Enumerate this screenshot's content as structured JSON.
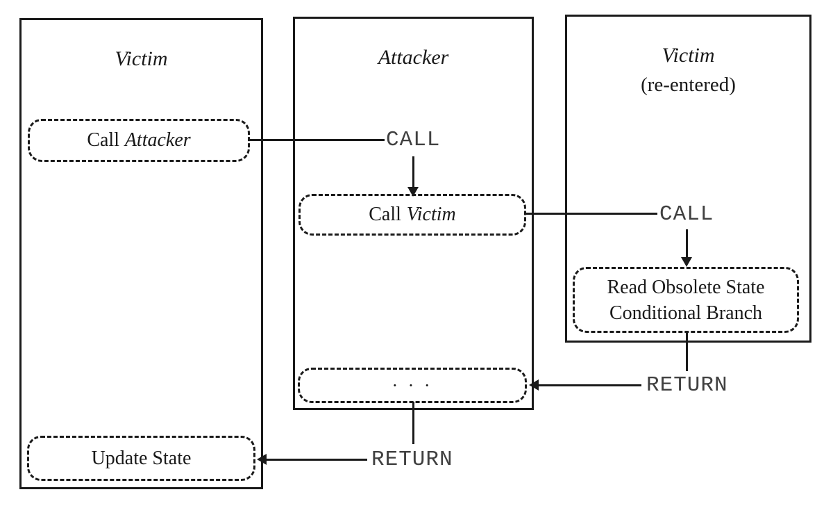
{
  "diagram": {
    "type": "flow-diagram",
    "topic": "reentrancy attack call flow",
    "colors": {
      "background": "#ffffff",
      "stroke": "#1a1a1a",
      "edge_label_text": "#404040"
    },
    "lanes": {
      "victim": {
        "title": "Victim"
      },
      "attacker": {
        "title": "Attacker"
      },
      "victim_reentered": {
        "title": "Victim",
        "subtitle": "(re-entered)"
      }
    },
    "nodes": {
      "call_attacker": {
        "action": "Call",
        "target": "Attacker"
      },
      "call_victim": {
        "action": "Call",
        "target": "Victim"
      },
      "read_obsolete_state": {
        "line1": "Read Obsolete State",
        "line2": "Conditional Branch"
      },
      "ellipsis": {
        "label": "· · ·"
      },
      "update_state": {
        "label": "Update State"
      }
    },
    "edges": {
      "call_1": {
        "label": "CALL",
        "from": "call_attacker",
        "to": "call_victim"
      },
      "call_2": {
        "label": "CALL",
        "from": "call_victim",
        "to": "read_obsolete_state"
      },
      "return_1": {
        "label": "RETURN",
        "from": "read_obsolete_state",
        "to": "ellipsis"
      },
      "return_2": {
        "label": "RETURN",
        "from": "ellipsis",
        "to": "update_state"
      }
    }
  }
}
